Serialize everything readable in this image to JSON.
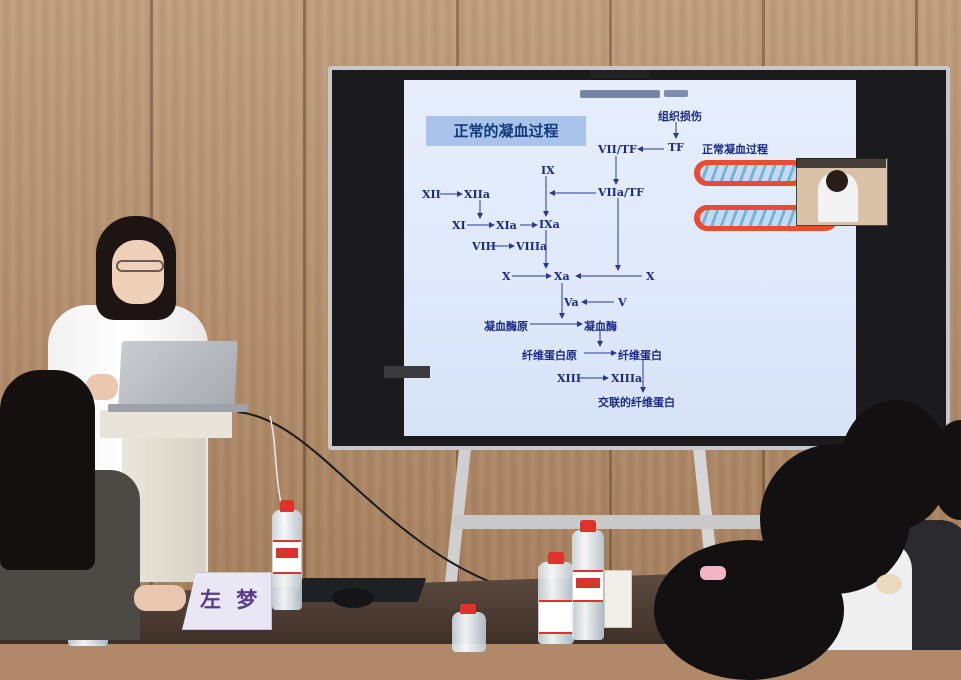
{
  "slide": {
    "title": "正常的凝血过程",
    "subtitle_label": "正常凝血过程",
    "nodes": {
      "tissue_injury": "组织损伤",
      "tf": "TF",
      "vii_tf": "VII/TF",
      "ix": "IX",
      "viia_tf": "VIIa/TF",
      "xii": "XII",
      "xiia": "XIIa",
      "xi": "XI",
      "xia": "XIa",
      "ixa": "IXa",
      "viii": "VIII",
      "viiia": "VIIIa",
      "x_left": "X",
      "xa": "Xa",
      "x_right": "X",
      "va": "Va",
      "v": "V",
      "prothrombin": "凝血酶原",
      "thrombin": "凝血酶",
      "fibrinogen": "纤维蛋白原",
      "fibrin": "纤维蛋白",
      "xiii": "XIII",
      "xiiia": "XIIIa",
      "crosslinked_fibrin": "交联的纤维蛋白"
    }
  },
  "name_tent": {
    "text": "左 梦"
  }
}
